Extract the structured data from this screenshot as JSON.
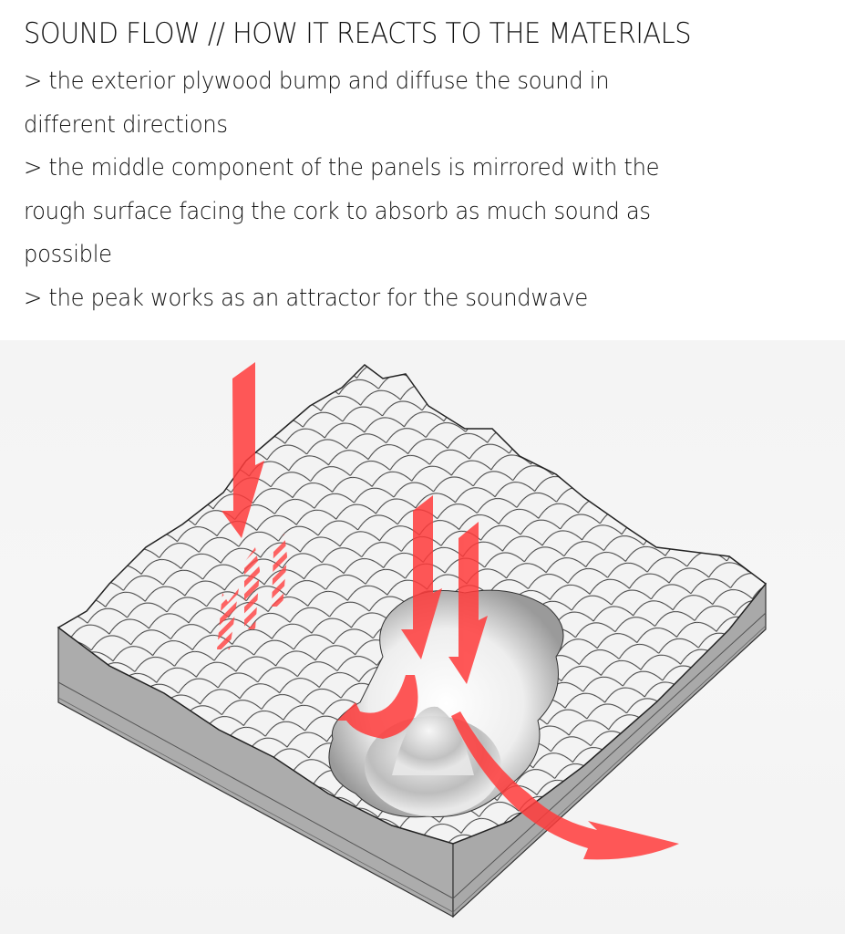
{
  "header": {
    "title": "SOUND FLOW // HOW IT REACTS TO THE MATERIALS",
    "lines": [
      "> the exterior plywood bump and diffuse the sound in",
      "different directions",
      "> the middle component of the panels is mirrored with the",
      "rough surface facing the cork to absorb as much sound as",
      "possible",
      "> the peak works as an attractor for the soundwave"
    ]
  },
  "figure": {
    "description": "Isometric cut-away of scalloped acoustic panel with central cork crater and peak; red arrows show sound flow",
    "colors": {
      "arrow": "#ff3b3b",
      "panel_side": "#a9a9a9",
      "panel_base": "#c4c4c4",
      "scale_fill": "#f2f2f2",
      "scale_stroke": "#333333",
      "background": "#f4f4f4"
    },
    "arrows": [
      {
        "name": "incoming-left",
        "direction": "down",
        "type": "solid"
      },
      {
        "name": "reflected-left-1",
        "direction": "up",
        "type": "striped"
      },
      {
        "name": "reflected-left-2",
        "direction": "up",
        "type": "striped"
      },
      {
        "name": "reflected-left-3",
        "direction": "up",
        "type": "striped"
      },
      {
        "name": "incoming-center-1",
        "direction": "down",
        "type": "solid"
      },
      {
        "name": "incoming-center-2",
        "direction": "down",
        "type": "solid"
      },
      {
        "name": "curve-around-peak",
        "direction": "curved-left",
        "type": "solid"
      },
      {
        "name": "exit-right",
        "direction": "down-right",
        "type": "solid"
      }
    ]
  }
}
